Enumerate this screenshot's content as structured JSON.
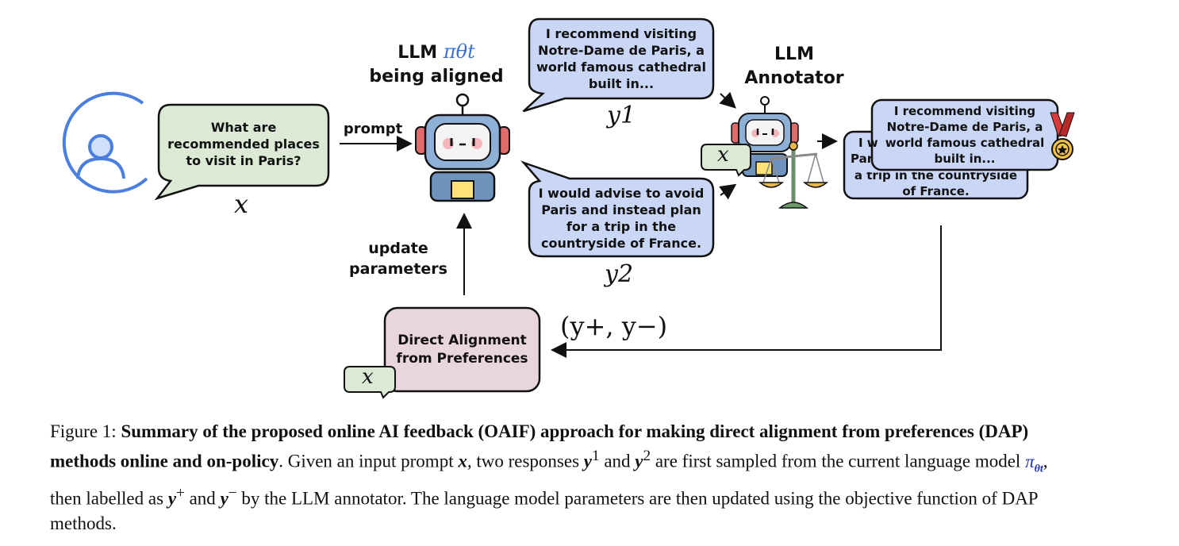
{
  "user_bubble": {
    "lines": [
      "What are",
      "recommended places",
      "to visit in Paris?"
    ],
    "variable": "x"
  },
  "prompt_label": "prompt",
  "llm_aligned": {
    "line1": "LLM",
    "symbol": "πθt",
    "line2": "being aligned"
  },
  "response1": {
    "lines": [
      "I recommend visiting",
      "Notre-Dame de Paris, a",
      "world famous cathedral",
      "built in..."
    ],
    "variable": "y1"
  },
  "response2": {
    "lines": [
      "I would advise to avoid",
      "Paris and instead plan",
      "for a trip in the",
      "countryside of France."
    ],
    "variable": "y2"
  },
  "annotator": {
    "line1": "LLM",
    "line2": "Annotator",
    "input_variable": "x"
  },
  "ranked": {
    "front_lines": [
      "I recommend visiting",
      "Notre-Dame de Paris, a",
      "world famous cathedral",
      "built in..."
    ],
    "back_fragments": [
      "I w",
      "Par",
      "a trip in the countryside",
      "of France."
    ]
  },
  "pair_label": "(y+, y−)",
  "update_label": [
    "update",
    "parameters"
  ],
  "dap": {
    "lines": [
      "Direct Alignment",
      "from Preferences"
    ],
    "input_variable": "x"
  },
  "caption": {
    "figure_label": "Figure 1:",
    "bold_title": "Summary of the proposed online AI feedback (OAIF) approach for making direct alignment from preferences (DAP) methods online and on-policy",
    "text_1": ". Given an input prompt ",
    "var_x": "x",
    "text_2": ", two responses ",
    "var_y1": "y",
    "sup_1": "1",
    "text_3": " and ",
    "var_y2": "y",
    "sup_2": "2",
    "text_4": " are first sampled from the current language model ",
    "var_pi": "π",
    "sub_pi": "θt",
    "text_5": ", then labelled as ",
    "var_yp": "y",
    "sup_plus": "+",
    "text_6": " and ",
    "var_ym": "y",
    "sup_minus": "−",
    "text_7": " by the LLM annotator. The language model parameters are then updated using the objective function of DAP methods."
  },
  "colors": {
    "green_bubble": "#dce9d4",
    "blue_bubble": "#c9d6f5",
    "pink_box": "#e9d5dc",
    "user_icon": "#4a7fe0",
    "pi_symbol": "#3b6fd8"
  }
}
